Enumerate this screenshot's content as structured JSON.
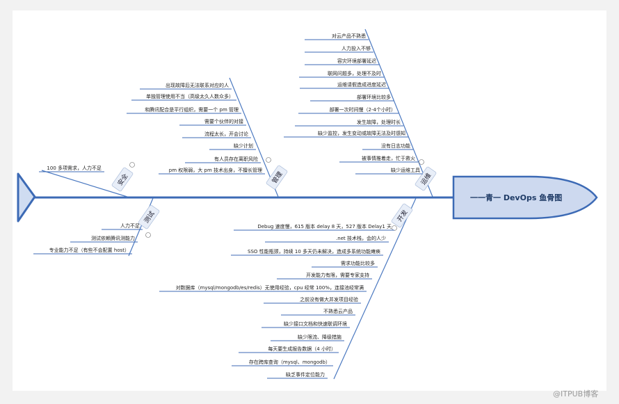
{
  "head_label": "一一青一 DevOps 鱼骨图",
  "watermark": "@ITPUB博客",
  "colors": {
    "spine": "#3c6ab5",
    "branch": "#4a78c0",
    "head_fill": "#cdd9ef",
    "tail_fill": "#cfdcf1",
    "underline": "#3c6ab5"
  },
  "categories": {
    "safety": "安全",
    "management": "管理",
    "ops": "运维",
    "testing": "测试",
    "dev": "开发"
  },
  "causes": {
    "safety": [
      "100 多项需求，人力不足"
    ],
    "management": [
      "出现故障后无法联系对应的人",
      "单独管理使用不当（高级太久人数众多）",
      "和腾讯配合是平行组织，需要一个 pm 管理",
      "需要个伙伴的对接",
      "流程太长，开会讨论",
      "缺少计划",
      "有人员存在离职风险",
      "pm 权限弱，大 pm 技术出身，不擅长管理"
    ],
    "ops": [
      "对云产品不熟悉",
      "人力投入不够",
      "容灾环境部署延迟",
      "联网问题多，处理不及时",
      "运维请假造成进度延迟",
      "部署环境比较多",
      "部署一次时间慢（2-4个小时）",
      "发生故障，处理时长",
      "缺少监控，发生变动或故障无法及时感知",
      "没有日志功能",
      "被事情推着走，忙于救火",
      "缺少运维工具"
    ],
    "testing": [
      "人力不足",
      "测试依赖腾讯测能力",
      "专业能力不足（有些不会配置 host）"
    ],
    "dev": [
      "Debug 速度慢，615 版本 delay 8 天，527 版本 Delay1 天",
      ".net 技术栈，会的人少",
      "SSO 性能瓶颈，持续 10 多天仍未解决，造成多系统功能瘫痪",
      "需求功能比较多",
      "开发能力有限，需要专家支持",
      "对数据库（mysql/mongodb/es/redis）无使用经验，cpu 经常 100%，连接池经常满",
      "之前没有做大并发项目经验",
      "不熟悉云产品",
      "缺少接口文档和快速联调环境",
      "缺少限流、降级措施",
      "每天要生成报告数据（4 小时）",
      "存在跨库查询（mysql、mongodb）",
      "缺乏事件定位能力"
    ]
  }
}
